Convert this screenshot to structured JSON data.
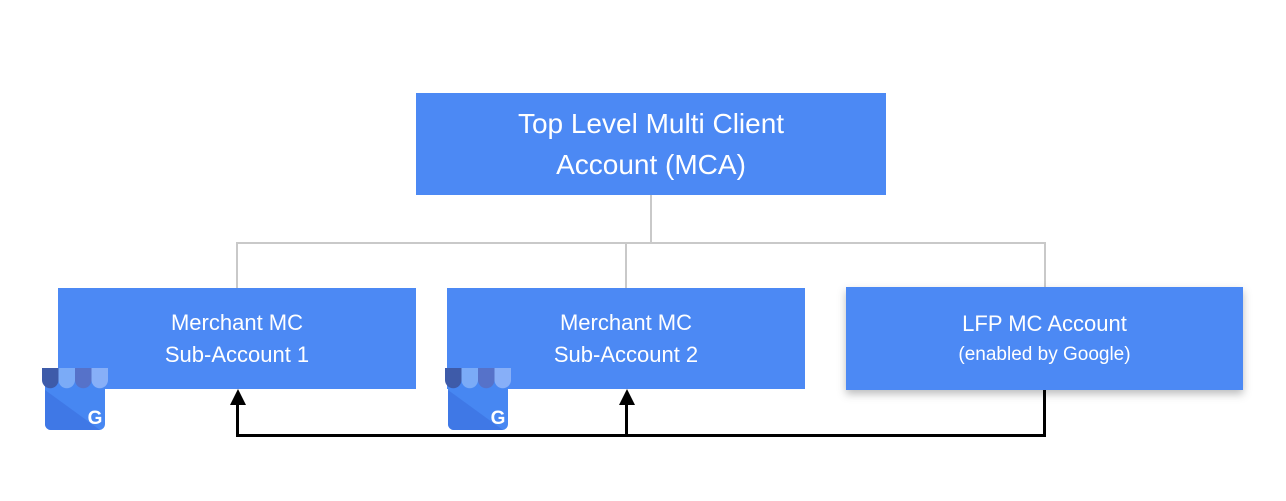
{
  "colors": {
    "box_fill": "#4C89F4",
    "box_text": "#FFFFFF",
    "tree_line": "#C9C9C9",
    "flow_line": "#000000",
    "icon_body": "#4787F2",
    "icon_body_fold": "#3F78E6",
    "icon_awning_1": "#3E5BA9",
    "icon_awning_2": "#7BABF7",
    "icon_awning_3": "#5672C9",
    "icon_awning_4": "#87AFF8"
  },
  "root_box": {
    "line1": "Top Level Multi Client",
    "line2": "Account (MCA)"
  },
  "child_boxes": [
    {
      "line1": "Merchant MC",
      "line2": "Sub-Account 1",
      "icon": "google-business-icon"
    },
    {
      "line1": "Merchant MC",
      "line2": "Sub-Account 2",
      "icon": "google-business-icon"
    },
    {
      "line1": "LFP MC Account",
      "line2": "(enabled by Google)"
    }
  ],
  "icon_letter": "G"
}
